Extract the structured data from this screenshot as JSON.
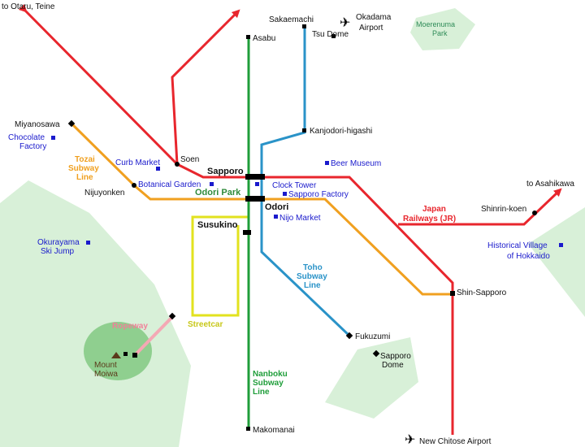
{
  "colors": {
    "jr": "#e8262d",
    "nanboku": "#1f9e3a",
    "tozai": "#f0a020",
    "toho": "#2a93c8",
    "streetcar": "#e2e21e",
    "ropeway": "#f4a8b4",
    "park": "#d8f0d8",
    "poi": "#1a1acc"
  },
  "lines": {
    "jr": "Japan Railways (JR)",
    "jr_line1": "Japan",
    "jr_line2": "Railways (JR)",
    "nanboku": [
      "Nanboku",
      "Subway",
      "Line"
    ],
    "tozai": [
      "Tozai",
      "Subway",
      "Line"
    ],
    "toho": [
      "Toho",
      "Subway",
      "Line"
    ],
    "streetcar": "Streetcar",
    "ropeway": "Ropeway"
  },
  "directions": {
    "otaru": "to Otaru, Teine",
    "asahikawa": "to Asahikawa"
  },
  "stations": {
    "asabu": "Asabu",
    "sakaemachi": "Sakaemachi",
    "kanjodori": "Kanjodori-higashi",
    "miyanosawa": "Miyanosawa",
    "soen": "Soen",
    "sapporo": "Sapporo",
    "nijuyonken": "Nijuyonken",
    "odori": "Odori",
    "odori_park": "Odori Park",
    "susukino": "Susukino",
    "shinrin_koen": "Shinrin-koen",
    "shin_sapporo": "Shin-Sapporo",
    "fukuzumi": "Fukuzumi",
    "makomanai": "Makomanai",
    "new_chitose": "New Chitose Airport",
    "okadama": "Okadama",
    "okadama2": "Airport",
    "tsu_dome": "Tsu Dome"
  },
  "pois": {
    "chocolate1": "Chocolate",
    "chocolate2": "Factory",
    "curb_market": "Curb Market",
    "botanical": "Botanical Garden",
    "clock_tower": "Clock Tower",
    "sapporo_factory": "Sapporo Factory",
    "beer_museum": "Beer Museum",
    "nijo_market": "Nijo Market",
    "okurayama1": "Okurayama",
    "okurayama2": "Ski Jump",
    "historical1": "Historical Village",
    "historical2": "of Hokkaido",
    "moerenuma1": "Moerenuma",
    "moerenuma2": "Park",
    "mount_moiwa1": "Mount",
    "mount_moiwa2": "Moiwa",
    "sapporo_dome1": "Sapporo",
    "sapporo_dome2": "Dome"
  }
}
